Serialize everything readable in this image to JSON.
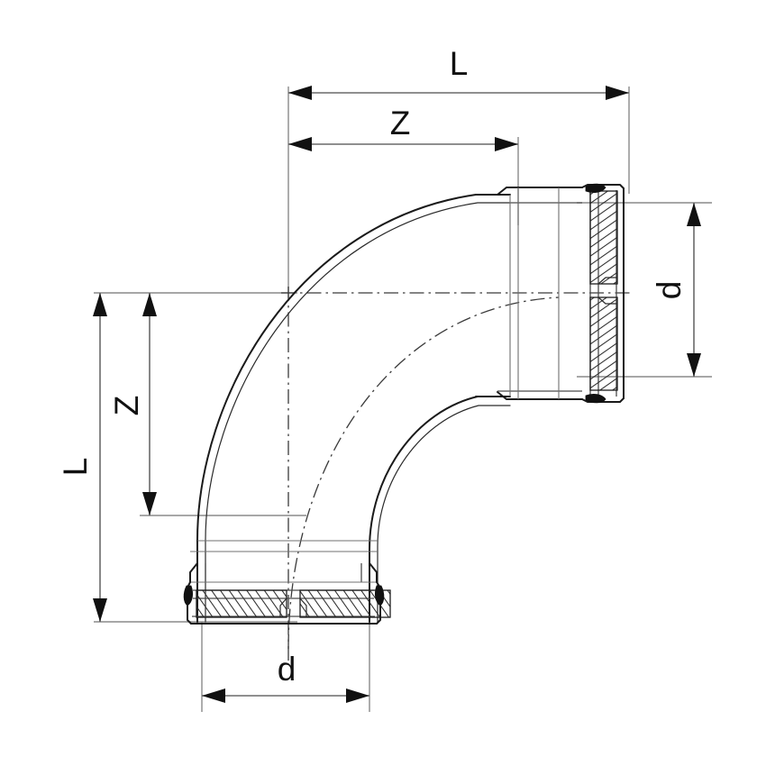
{
  "drawing": {
    "title": "90 degree press-fit pipe elbow technical drawing",
    "type": "engineering-dimension-drawing",
    "background_color": "#ffffff",
    "line_color": "#1a1a1a",
    "dimension_color": "#6a6a6a",
    "seal_color": "#111111"
  },
  "dimensions": {
    "horizontal_overall": {
      "label": "L",
      "orientation": "horizontal",
      "arrow_style": "both-ends",
      "label_position": "above-center"
    },
    "horizontal_center_to_end": {
      "label": "Z",
      "orientation": "horizontal",
      "arrow_style": "both-ends",
      "label_position": "above-center"
    },
    "vertical_overall": {
      "label": "L",
      "orientation": "vertical",
      "arrow_style": "both-ends",
      "label_position": "left-center",
      "rotated": true
    },
    "vertical_center_to_end": {
      "label": "Z",
      "orientation": "vertical",
      "arrow_style": "both-ends",
      "label_position": "left-center",
      "rotated": true
    },
    "diameter_right": {
      "label": "d",
      "orientation": "vertical",
      "arrow_style": "both-ends",
      "label_position": "left-of-line",
      "rotated": true
    },
    "diameter_bottom": {
      "label": "d",
      "orientation": "horizontal",
      "arrow_style": "both-ends",
      "label_position": "above-center",
      "rotated": false
    }
  },
  "part": {
    "description": "90 degree elbow fitting with two press-fit socket ends",
    "bend_angle": "90",
    "end_count": 2,
    "features": [
      "press-fit socket",
      "o-ring seal",
      "pressing indicator bead",
      "centerline arc"
    ]
  }
}
